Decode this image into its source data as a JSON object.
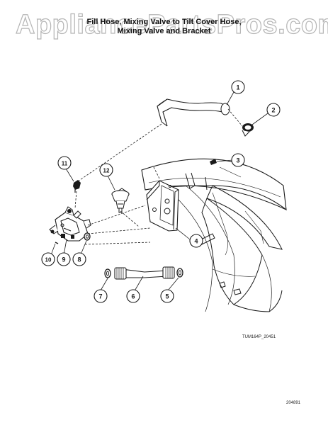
{
  "watermark": "AppliancePartsPros.com",
  "title_line1": "Fill Hose, Mixing Valve to Tilt Cover Hose,",
  "title_line2": "Mixing Valve and Bracket",
  "callouts": [
    "1",
    "2",
    "3",
    "4",
    "5",
    "6",
    "7",
    "8",
    "9",
    "10",
    "11",
    "12"
  ],
  "figure_code": "TUM164P_20451",
  "page_number": "204891",
  "colors": {
    "ink": "#1a1a1a",
    "watermark_outline": "#b5b5b5"
  }
}
